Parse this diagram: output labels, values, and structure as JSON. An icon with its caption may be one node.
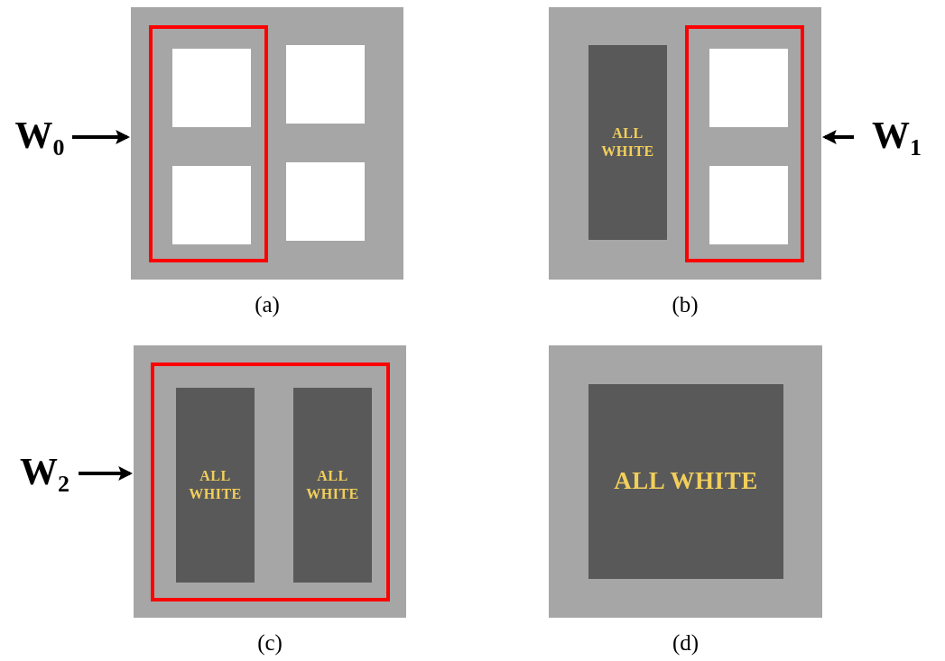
{
  "diagram": {
    "nodes": [
      {
        "text": [],
        "shape": "box",
        "beside": [
          "(a)"
        ]
      },
      {
        "text": [],
        "shape": "box",
        "in": 0
      },
      {
        "text": [],
        "shape": "box",
        "in": 1
      },
      {
        "text": [],
        "shape": "box",
        "in": 0
      },
      {
        "text": [],
        "shape": "box",
        "in": 1
      },
      {
        "text": [],
        "shape": "box",
        "in": 0
      },
      {
        "text": [
          "W$_{0}$"
        ]
      },
      {
        "text": [],
        "shape": "box",
        "beside": [
          "(b)"
        ]
      },
      {
        "text": [
          "ALL WHITE"
        ],
        "in": 7
      },
      {
        "text": [],
        "shape": "box",
        "in": 7
      },
      {
        "text": [],
        "shape": "box",
        "in": 9
      },
      {
        "text": [],
        "shape": "box",
        "in": 9
      },
      {
        "text": [
          "W$_{1}$"
        ]
      },
      {
        "text": [],
        "shape": "box",
        "beside": [
          "(c)"
        ]
      },
      {
        "text": [],
        "shape": "box",
        "in": 13
      },
      {
        "text": [
          "ALL WHITE"
        ],
        "in": 14
      },
      {
        "text": [
          "ALL WHITE"
        ],
        "in": 14
      },
      {
        "text": [
          "W$_{2}$"
        ]
      },
      {
        "text": [],
        "shape": "box",
        "beside": [
          "(d)"
        ]
      },
      {
        "text": [
          "ALL WHITE"
        ],
        "in": 18
      }
    ],
    "edges": [
      {
        "from": 6,
        "to": 0,
        "arrow": "to"
      },
      {
        "from": 12,
        "to": 7,
        "arrow": "to"
      },
      {
        "from": 17,
        "to": 13,
        "arrow": "to"
      }
    ]
  }
}
